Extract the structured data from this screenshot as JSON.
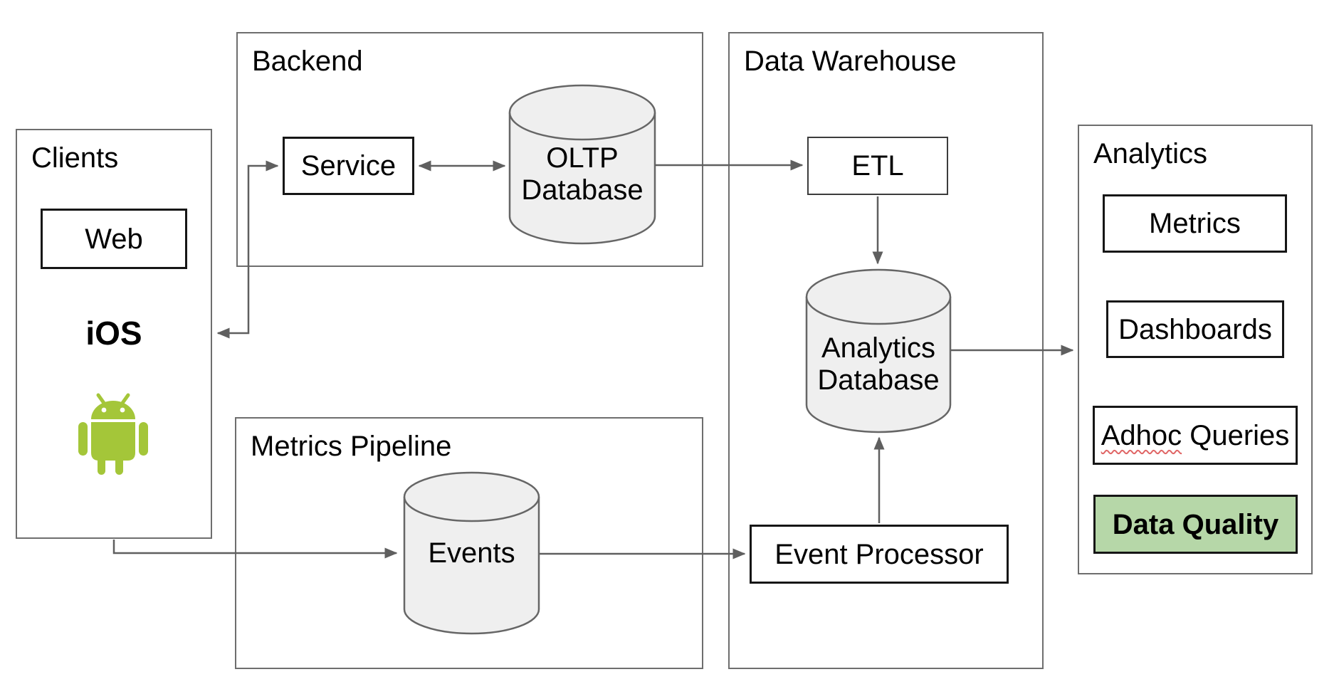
{
  "containers": {
    "clients": {
      "label": "Clients"
    },
    "backend": {
      "label": "Backend"
    },
    "metrics_pipeline": {
      "label": "Metrics Pipeline"
    },
    "data_warehouse": {
      "label": "Data Warehouse"
    },
    "analytics": {
      "label": "Analytics"
    }
  },
  "nodes": {
    "web": {
      "label": "Web"
    },
    "ios": {
      "label": "iOS"
    },
    "service": {
      "label": "Service"
    },
    "oltp_db": {
      "line1": "OLTP",
      "line2": "Database"
    },
    "etl": {
      "label": "ETL"
    },
    "analytics_db": {
      "line1": "Analytics",
      "line2": "Database"
    },
    "events_db": {
      "label": "Events"
    },
    "event_processor": {
      "label": "Event Processor"
    },
    "metrics": {
      "label": "Metrics"
    },
    "dashboards": {
      "label": "Dashboards"
    },
    "adhoc_queries": {
      "word1": "Adhoc",
      "word2": "Queries"
    },
    "data_quality": {
      "label": "Data Quality"
    }
  },
  "icons": {
    "android": "android-robot"
  },
  "colors": {
    "android_green": "#a4c639",
    "data_quality_fill": "#b6d7a8",
    "connector_gray": "#5f5f5f",
    "container_border": "#6e6e6e",
    "node_border": "#161616",
    "cylinder_fill": "#efefef",
    "cylinder_stroke": "#666666",
    "spellcheck_red": "#e06666"
  }
}
